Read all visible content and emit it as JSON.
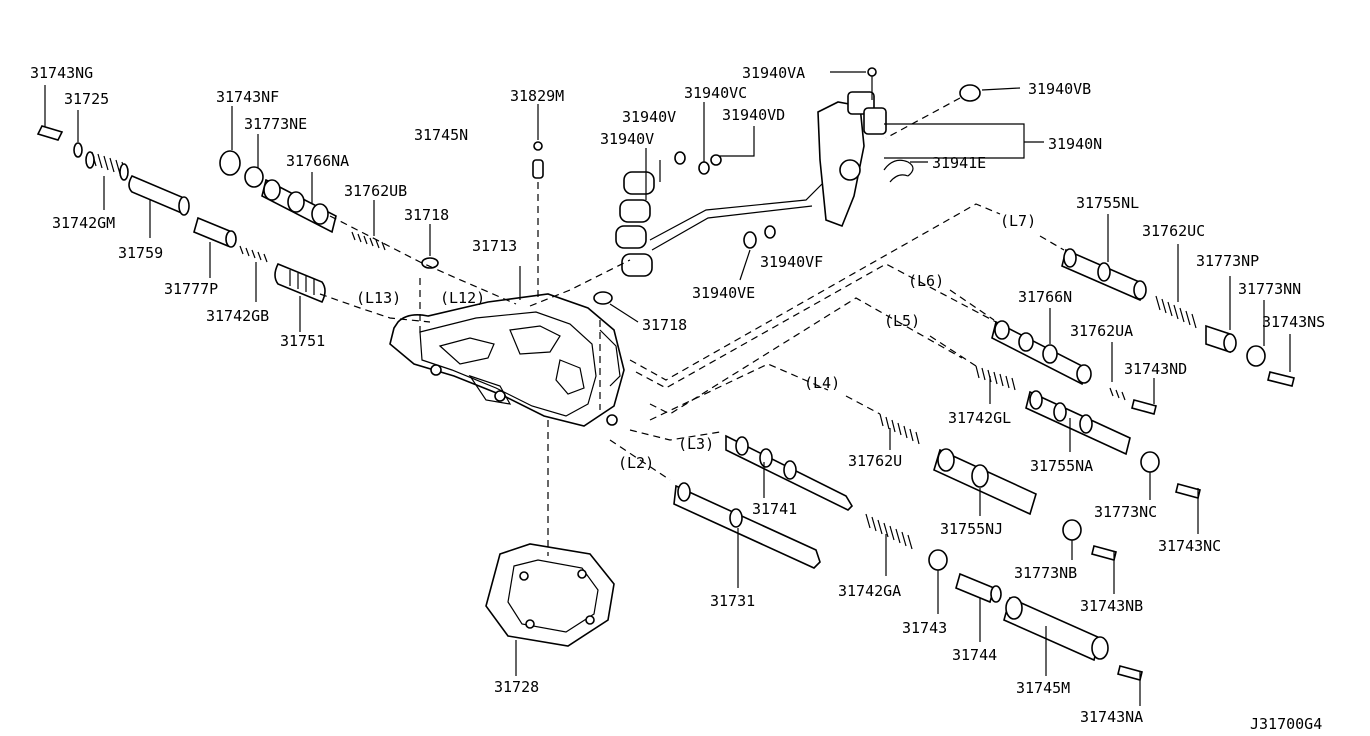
{
  "drawing_id": "J31700G4",
  "part_labels": [
    {
      "id": "p01",
      "text": "31743NG"
    },
    {
      "id": "p02",
      "text": "31725"
    },
    {
      "id": "p03",
      "text": "31742GM"
    },
    {
      "id": "p04",
      "text": "31759"
    },
    {
      "id": "p05",
      "text": "31743NF"
    },
    {
      "id": "p06",
      "text": "31773NE"
    },
    {
      "id": "p07",
      "text": "31766NA"
    },
    {
      "id": "p08",
      "text": "31777P"
    },
    {
      "id": "p09",
      "text": "31762UB"
    },
    {
      "id": "p10",
      "text": "31742GB"
    },
    {
      "id": "p11",
      "text": "31751"
    },
    {
      "id": "p12",
      "text": "31718"
    },
    {
      "id": "p13",
      "text": "31713"
    },
    {
      "id": "p14",
      "text": "31745N"
    },
    {
      "id": "p15",
      "text": "31829M"
    },
    {
      "id": "p16",
      "text": "31718"
    },
    {
      "id": "p17",
      "text": "31940V"
    },
    {
      "id": "p18",
      "text": "31940V"
    },
    {
      "id": "p19",
      "text": "31940VC"
    },
    {
      "id": "p20",
      "text": "31940VD"
    },
    {
      "id": "p21",
      "text": "31940VA"
    },
    {
      "id": "p22",
      "text": "31940VB"
    },
    {
      "id": "p23",
      "text": "31940N"
    },
    {
      "id": "p24",
      "text": "31941E"
    },
    {
      "id": "p25",
      "text": "31940VF"
    },
    {
      "id": "p26",
      "text": "31940VE"
    },
    {
      "id": "p27",
      "text": "31755NL"
    },
    {
      "id": "p28",
      "text": "31762UC"
    },
    {
      "id": "p29",
      "text": "31773NP"
    },
    {
      "id": "p30",
      "text": "31773NN"
    },
    {
      "id": "p31",
      "text": "31743NS"
    },
    {
      "id": "p32",
      "text": "31766N"
    },
    {
      "id": "p33",
      "text": "31762UA"
    },
    {
      "id": "p34",
      "text": "31743ND"
    },
    {
      "id": "p35",
      "text": "31742GL"
    },
    {
      "id": "p36",
      "text": "31755NA"
    },
    {
      "id": "p37",
      "text": "31762U"
    },
    {
      "id": "p38",
      "text": "31741"
    },
    {
      "id": "p39",
      "text": "31755NJ"
    },
    {
      "id": "p40",
      "text": "31773NC"
    },
    {
      "id": "p41",
      "text": "31743NC"
    },
    {
      "id": "p42",
      "text": "31731"
    },
    {
      "id": "p43",
      "text": "31742GA"
    },
    {
      "id": "p44",
      "text": "31743"
    },
    {
      "id": "p45",
      "text": "31773NB"
    },
    {
      "id": "p46",
      "text": "31743NB"
    },
    {
      "id": "p47",
      "text": "31744"
    },
    {
      "id": "p48",
      "text": "31745M"
    },
    {
      "id": "p49",
      "text": "31743NA"
    },
    {
      "id": "p50",
      "text": "31728"
    }
  ],
  "line_labels": [
    {
      "id": "L13",
      "text": "(L13)"
    },
    {
      "id": "L12",
      "text": "(L12)"
    },
    {
      "id": "L7",
      "text": "(L7)"
    },
    {
      "id": "L6",
      "text": "(L6)"
    },
    {
      "id": "L5",
      "text": "(L5)"
    },
    {
      "id": "L4",
      "text": "(L4)"
    },
    {
      "id": "L3",
      "text": "(L3)"
    },
    {
      "id": "L2",
      "text": "(L2)"
    }
  ]
}
